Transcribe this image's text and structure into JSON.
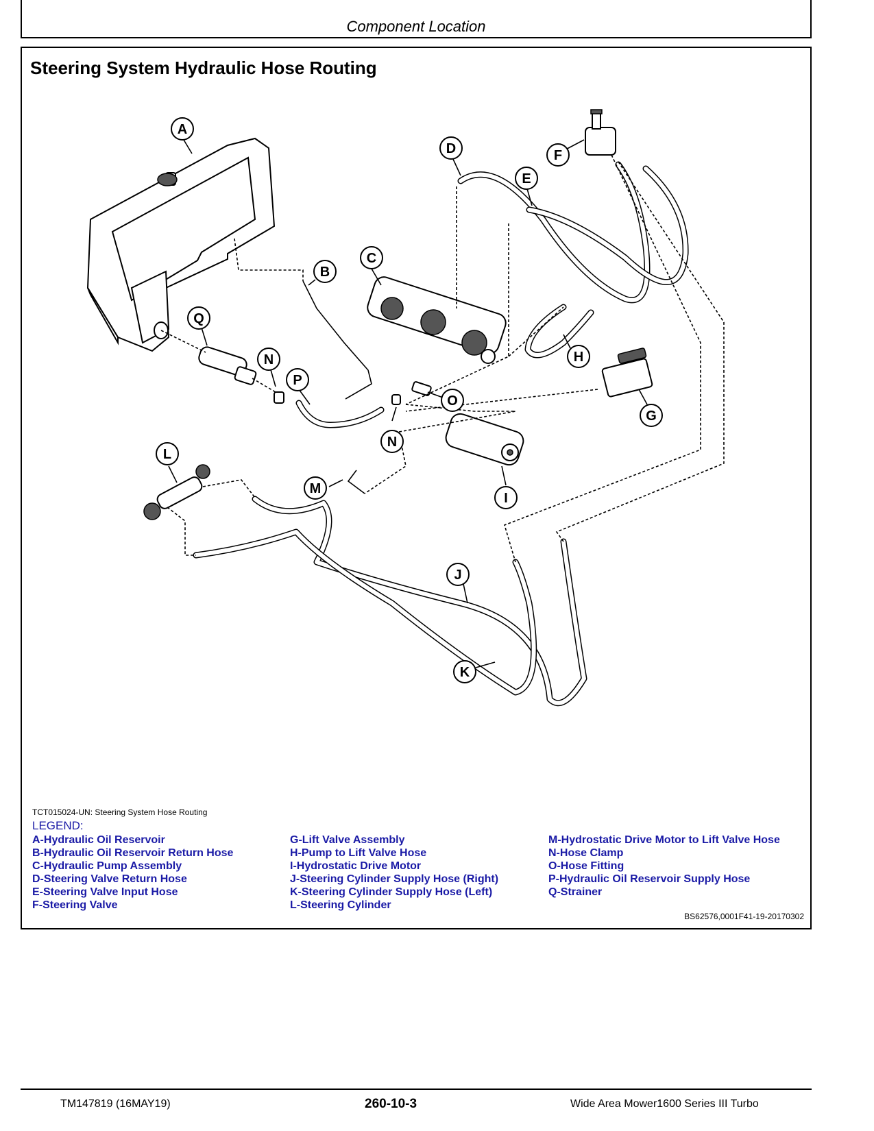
{
  "header": {
    "title": "Component Location"
  },
  "section": {
    "title": "Steering System Hydraulic Hose Routing"
  },
  "figure": {
    "caption": "TCT015024-UN: Steering System Hose Routing",
    "reference_id": "BS62576,0001F41-19-20170302",
    "callouts": [
      "A",
      "B",
      "C",
      "D",
      "E",
      "F",
      "G",
      "H",
      "I",
      "J",
      "K",
      "L",
      "M",
      "N",
      "N",
      "O",
      "P",
      "Q"
    ]
  },
  "legend": {
    "heading": "LEGEND:",
    "col1": [
      "A-Hydraulic Oil Reservoir",
      "B-Hydraulic Oil Reservoir Return Hose",
      "C-Hydraulic Pump Assembly",
      "D-Steering Valve Return Hose",
      "E-Steering Valve Input Hose",
      "F-Steering Valve"
    ],
    "col2": [
      "G-Lift Valve Assembly",
      "H-Pump to Lift Valve Hose",
      "I-Hydrostatic Drive Motor",
      "J-Steering Cylinder Supply Hose (Right)",
      "K-Steering Cylinder Supply Hose (Left)",
      "L-Steering Cylinder"
    ],
    "col3": [
      "M-Hydrostatic Drive Motor to Lift Valve Hose",
      "N-Hose Clamp",
      "O-Hose Fitting",
      "P-Hydraulic Oil Reservoir Supply Hose",
      "Q-Strainer"
    ]
  },
  "footer": {
    "left": "TM147819 (16MAY19)",
    "center": "260-10-3",
    "right": "Wide Area Mower1600 Series III Turbo"
  }
}
